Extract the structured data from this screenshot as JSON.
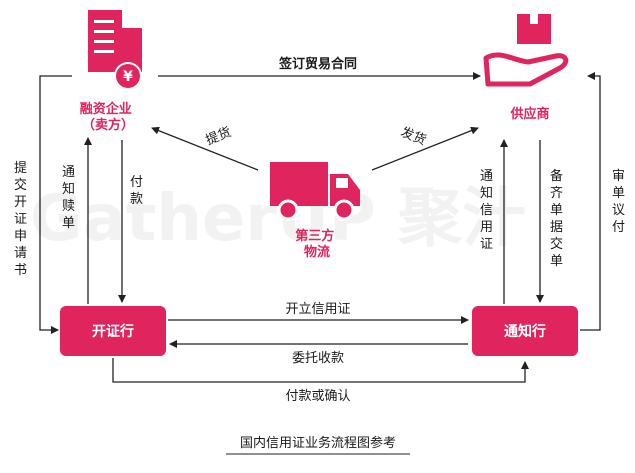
{
  "accent_color": "#e0245e",
  "watermark": "GatherUP 聚汁",
  "nodes": {
    "seller": "融资企业（卖方）",
    "supplier": "供应商",
    "logistics": "第三方物流",
    "issuing_bank": "开证行",
    "advising_bank": "通知行"
  },
  "edges": {
    "sign_contract": "签订贸易合同",
    "pick_up": "提货",
    "ship": "发货",
    "apply_lc": "提交开证申请书",
    "notice_redeem": "通知赎单",
    "payment": "付款",
    "notice_lc": "通知信用证",
    "prepare_docs": "备齐单据交单",
    "review_pay": "审单议付",
    "open_lc": "开立信用证",
    "entrust_collect": "委托收款",
    "pay_or_confirm": "付款或确认"
  },
  "caption": "国内信用证业务流程图参考"
}
